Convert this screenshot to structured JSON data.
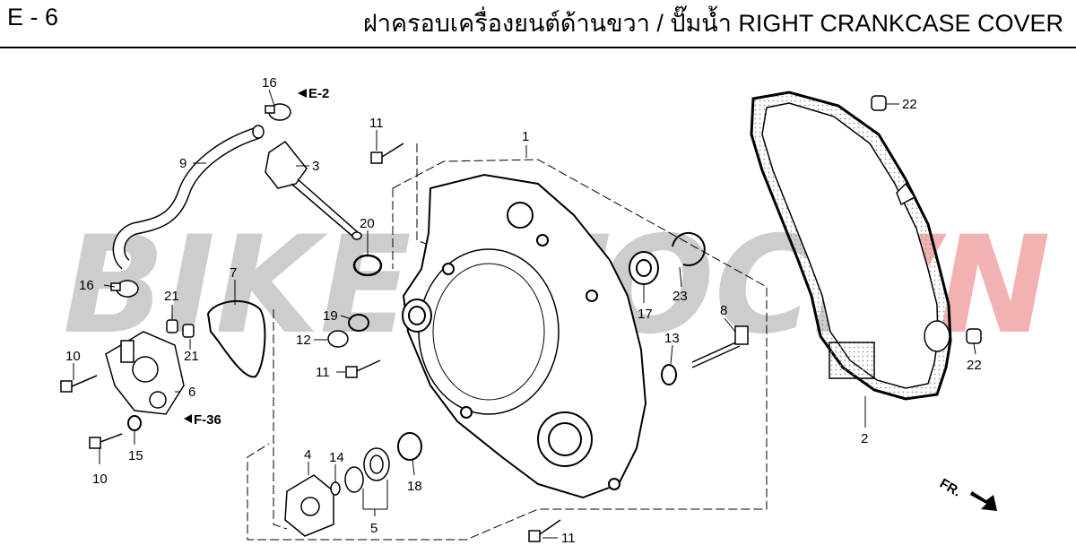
{
  "header": {
    "section_code": "E - 6",
    "title": "ฝาครอบเครื่องยนต์ด้านขวา / ปั๊มน้ำ  RIGHT CRANKCASE COVER"
  },
  "watermark": {
    "text_gray": "BIKESTOCK",
    "text_red": "VN",
    "gray_color": "#c8c8c8",
    "red_color": "#f2aaaa"
  },
  "references": {
    "ref_e2": "E-2",
    "ref_f36": "F-36",
    "front_marker": "FR."
  },
  "callouts": {
    "c1": "1",
    "c2": "2",
    "c3": "3",
    "c4": "4",
    "c5": "5",
    "c6": "6",
    "c7": "7",
    "c8": "8",
    "c9": "9",
    "c10a": "10",
    "c10b": "10",
    "c11a": "11",
    "c11b": "11",
    "c11c": "11",
    "c12": "12",
    "c13": "13",
    "c14": "14",
    "c15": "15",
    "c16a": "16",
    "c16b": "16",
    "c17": "17",
    "c18": "18",
    "c19": "19",
    "c20": "20",
    "c21a": "21",
    "c21b": "21",
    "c22a": "22",
    "c22b": "22",
    "c23": "23"
  }
}
